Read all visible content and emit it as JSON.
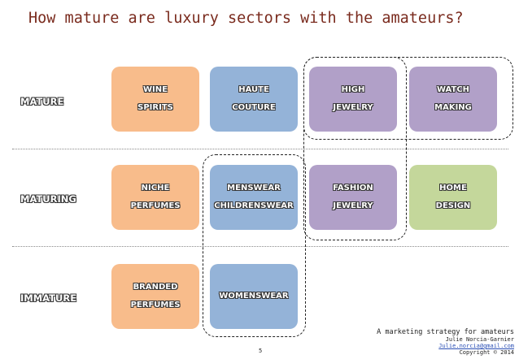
{
  "title": "How mature are luxury sectors with the amateurs?",
  "rows": [
    "MATURE",
    "MATURING",
    "IMMATURE"
  ],
  "boxes": {
    "wine": [
      "WINE",
      "SPIRITS"
    ],
    "haute": [
      "HAUTE",
      "COUTURE"
    ],
    "high": [
      "HIGH",
      "JEWELRY"
    ],
    "watch": [
      "WATCH",
      "MAKING"
    ],
    "niche": [
      "NICHE",
      "PERFUMES"
    ],
    "menswear": [
      "MENSWEAR",
      "CHILDRENSWEAR"
    ],
    "fashion": [
      "FASHION",
      "JEWELRY"
    ],
    "home": [
      "HOME",
      "DESIGN"
    ],
    "branded": [
      "BRANDED",
      "PERFUMES"
    ],
    "womenswear": [
      "WOMENSWEAR"
    ]
  },
  "colors": {
    "orange": "#f8bc8b",
    "blue": "#94b3d8",
    "purple": "#b1a0c8",
    "green": "#c4d79b",
    "title": "#7a2b1e"
  },
  "footer": {
    "line1": "A marketing strategy for amateurs",
    "line2": "Julie Norcia-Garnier",
    "line3": "Julie.norcia@gmail.com",
    "line4": "Copyright © 2014"
  },
  "page_number": "5"
}
